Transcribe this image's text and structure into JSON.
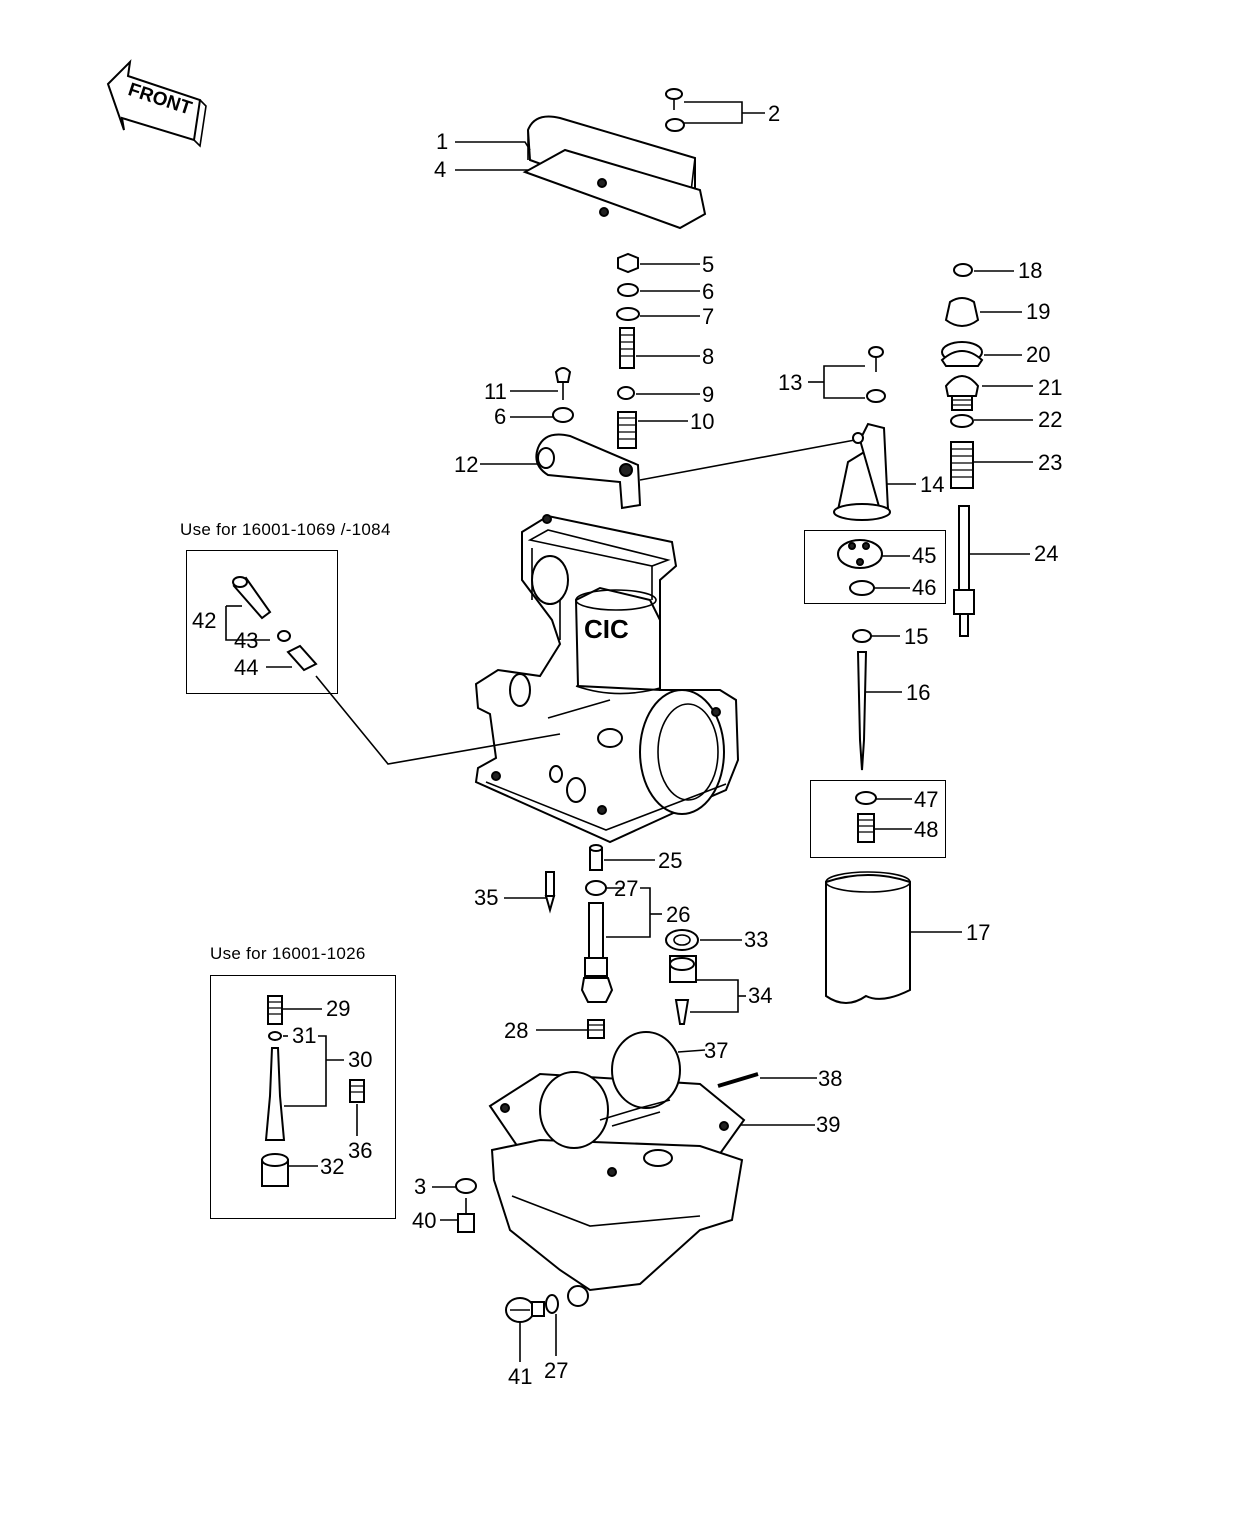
{
  "front_arrow": {
    "label": "FRONT"
  },
  "notes": {
    "pilot_screw_kit": "Use for 16001-1069 /-1084",
    "float_valve_kit": "Use for 16001-1026"
  },
  "callouts": {
    "c1": "1",
    "c2": "2",
    "c3": "3",
    "c4": "4",
    "c5": "5",
    "c6a": "6",
    "c6b": "6",
    "c7": "7",
    "c8": "8",
    "c9": "9",
    "c10": "10",
    "c11": "11",
    "c12": "12",
    "c13": "13",
    "c14": "14",
    "c15": "15",
    "c16": "16",
    "c17": "17",
    "c18": "18",
    "c19": "19",
    "c20": "20",
    "c21": "21",
    "c22": "22",
    "c23": "23",
    "c24": "24",
    "c25": "25",
    "c26": "26",
    "c27a": "27",
    "c27b": "27",
    "c28": "28",
    "c29": "29",
    "c30": "30",
    "c31": "31",
    "c32": "32",
    "c33": "33",
    "c34": "34",
    "c35": "35",
    "c36": "36",
    "c37": "37",
    "c38": "38",
    "c39": "39",
    "c40": "40",
    "c41": "41",
    "c42": "42",
    "c43": "43",
    "c44": "44",
    "c45": "45",
    "c46": "46",
    "c47": "47",
    "c48": "48"
  },
  "body_marking": "CIC"
}
